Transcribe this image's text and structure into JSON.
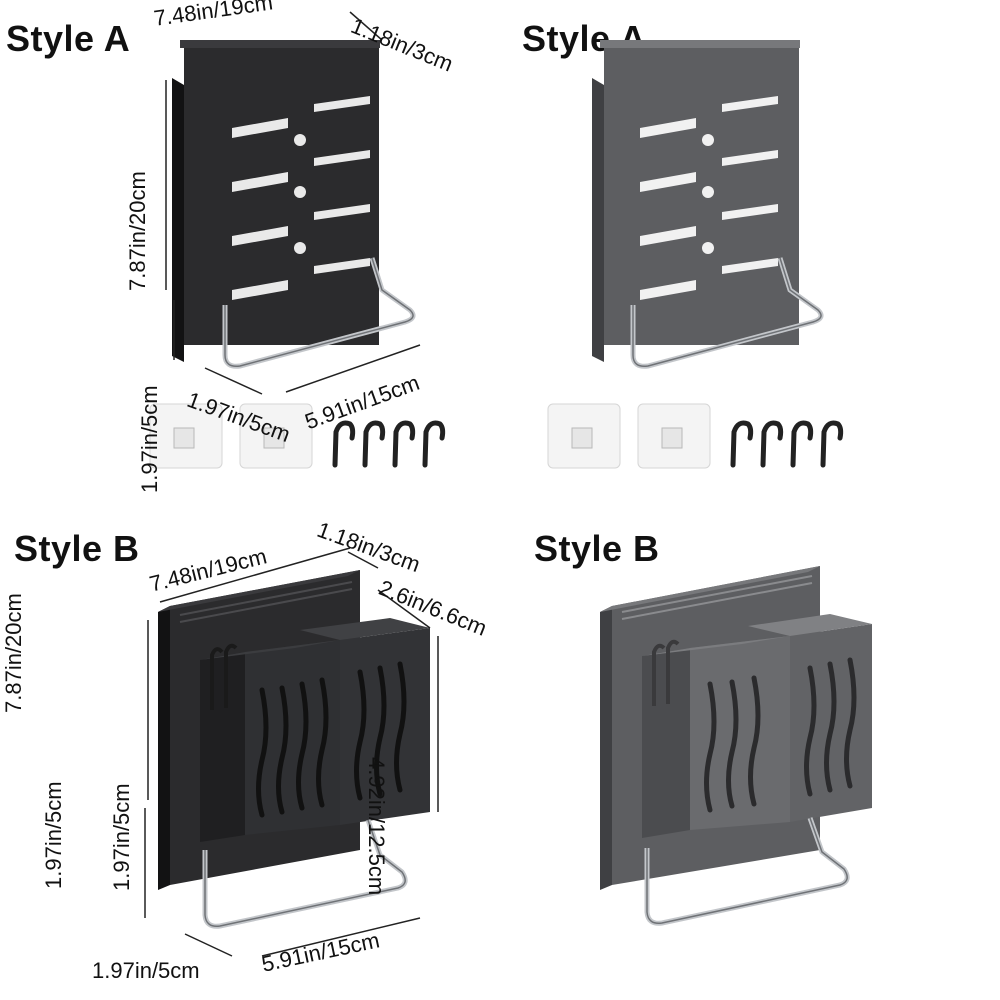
{
  "labels": {
    "tl": "Style A",
    "tr": "Style A",
    "bl": "Style B",
    "br": "Style B"
  },
  "dims_a": {
    "width": "7.48in/19cm",
    "depth": "1.18in/3cm",
    "height": "7.87in/20cm",
    "rail_height": "1.97in/5cm",
    "rail_depth": "1.97in/5cm",
    "rail_width": "5.91in/15cm",
    "hook_size": "1.97in/5cm"
  },
  "dims_b": {
    "width": "7.48in/19cm",
    "depth": "1.18in/3cm",
    "cup_depth": "2.6in/6.6cm",
    "cup_height": "4.92in/12.5cm",
    "height": "7.87in/20cm",
    "rail_height": "1.97in/5cm",
    "rail_depth": "1.97in/5cm",
    "rail_width": "5.91in/15cm"
  },
  "colors": {
    "black_body": "#2a2a2c",
    "black_side": "#1a1a1b",
    "gray_body": "#5c5d60",
    "gray_side": "#47484b",
    "steel": "#b9bcc0"
  }
}
